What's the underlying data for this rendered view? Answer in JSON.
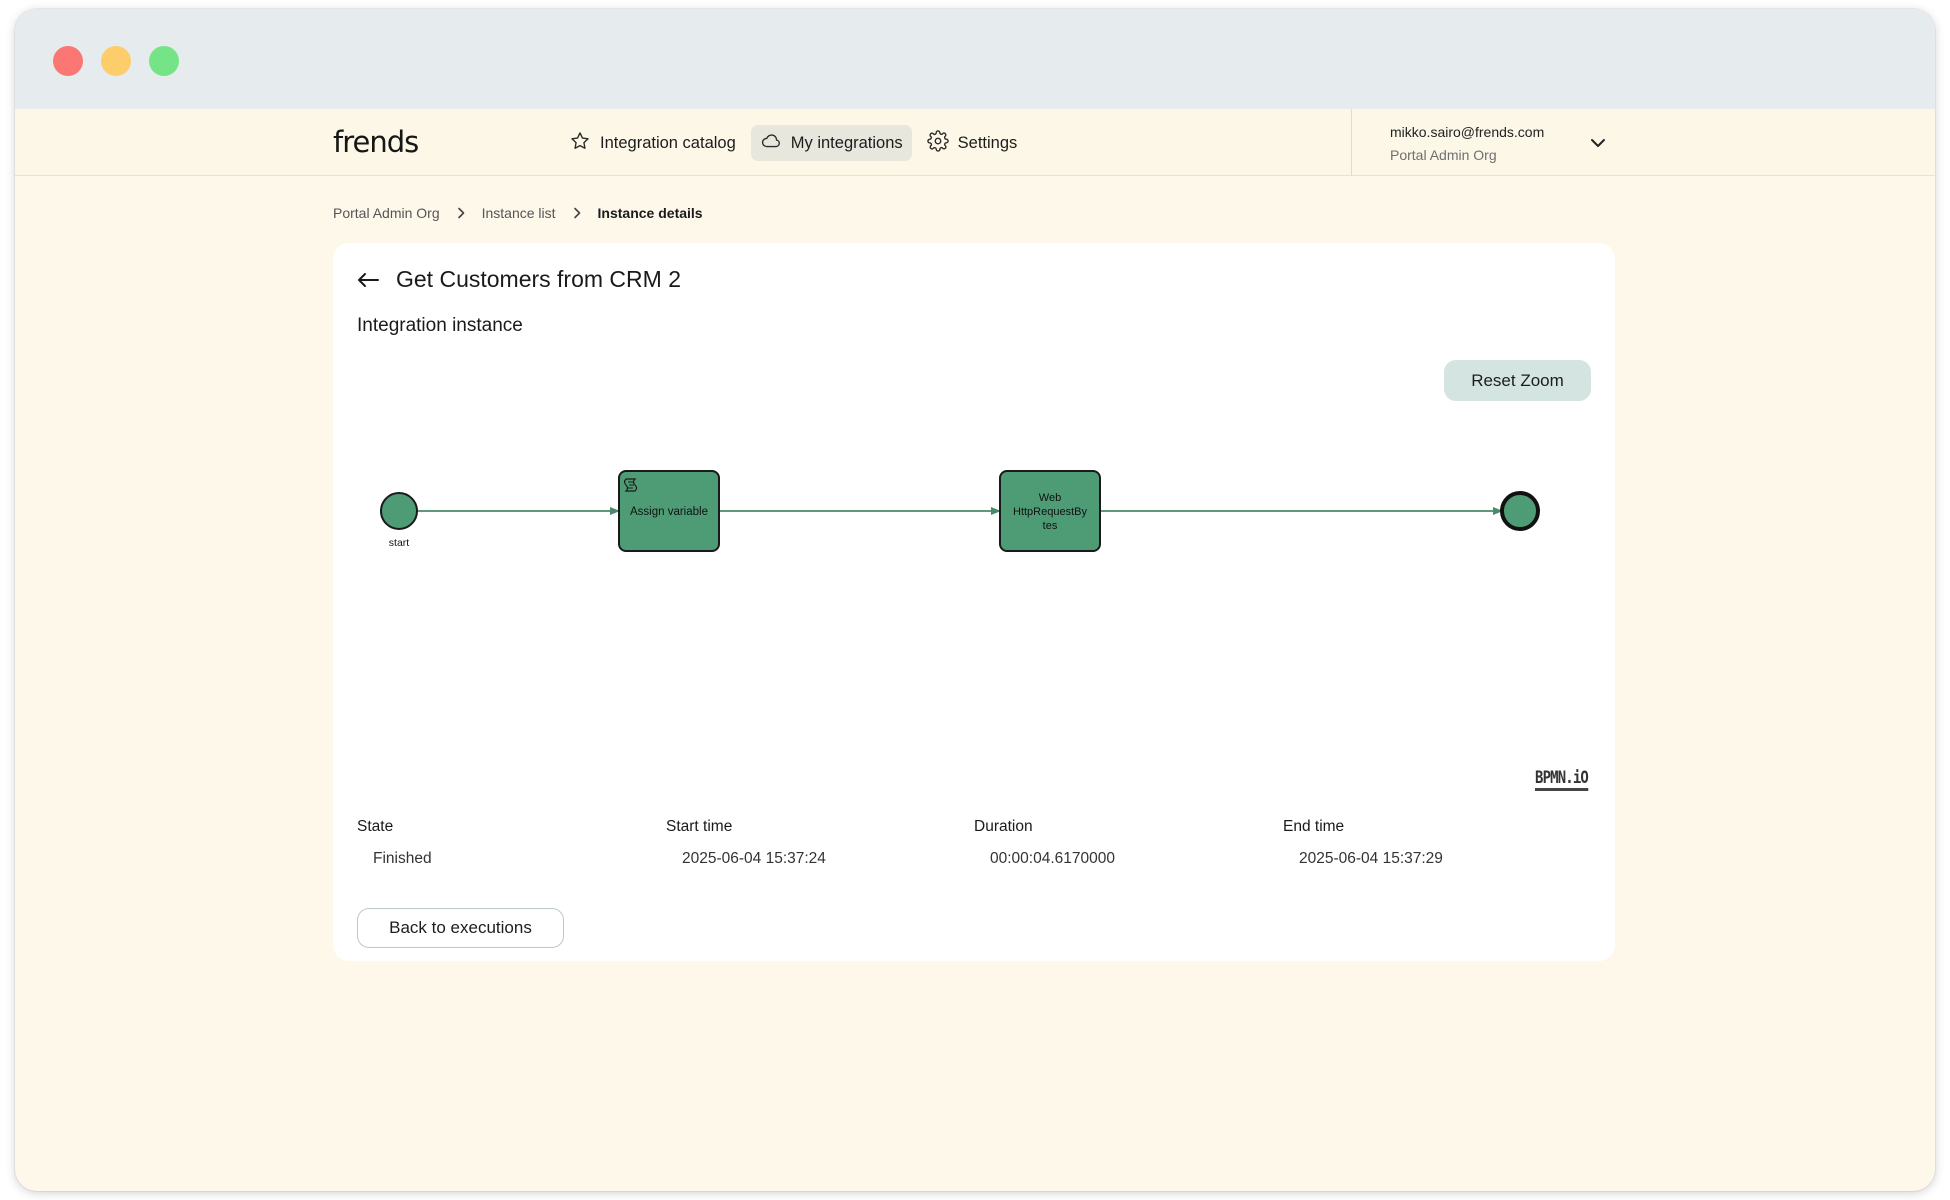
{
  "header": {
    "logo": "frends",
    "nav": [
      {
        "label": "Integration catalog",
        "icon": "star-icon"
      },
      {
        "label": "My integrations",
        "icon": "cloud-icon",
        "active": true
      },
      {
        "label": "Settings",
        "icon": "gear-icon"
      }
    ],
    "user": {
      "email": "mikko.sairo@frends.com",
      "org": "Portal Admin Org"
    }
  },
  "breadcrumb": [
    "Portal Admin Org",
    "Instance list",
    "Instance details"
  ],
  "page": {
    "title": "Get Customers from CRM 2",
    "subtitle": "Integration instance",
    "reset_zoom_label": "Reset Zoom",
    "bpmn_logo": "BPMN.iO"
  },
  "diagram": {
    "start_label": "start",
    "tasks": [
      {
        "label": "Assign variable",
        "icon": "script-icon"
      },
      {
        "label_lines": [
          "Web",
          "HttpRequestBy",
          "tes"
        ]
      }
    ]
  },
  "stats": [
    {
      "label": "State",
      "value": "Finished"
    },
    {
      "label": "Start time",
      "value": "2025-06-04 15:37:24"
    },
    {
      "label": "Duration",
      "value": "00:00:04.6170000"
    },
    {
      "label": "End time",
      "value": "2025-06-04 15:37:29"
    }
  ],
  "actions": {
    "back_label": "Back to executions"
  },
  "colors": {
    "node_fill": "#4e9c76",
    "edge": "#4a8a6b",
    "page_bg": "#fdf8ea",
    "active_nav": "#e8e7de"
  }
}
